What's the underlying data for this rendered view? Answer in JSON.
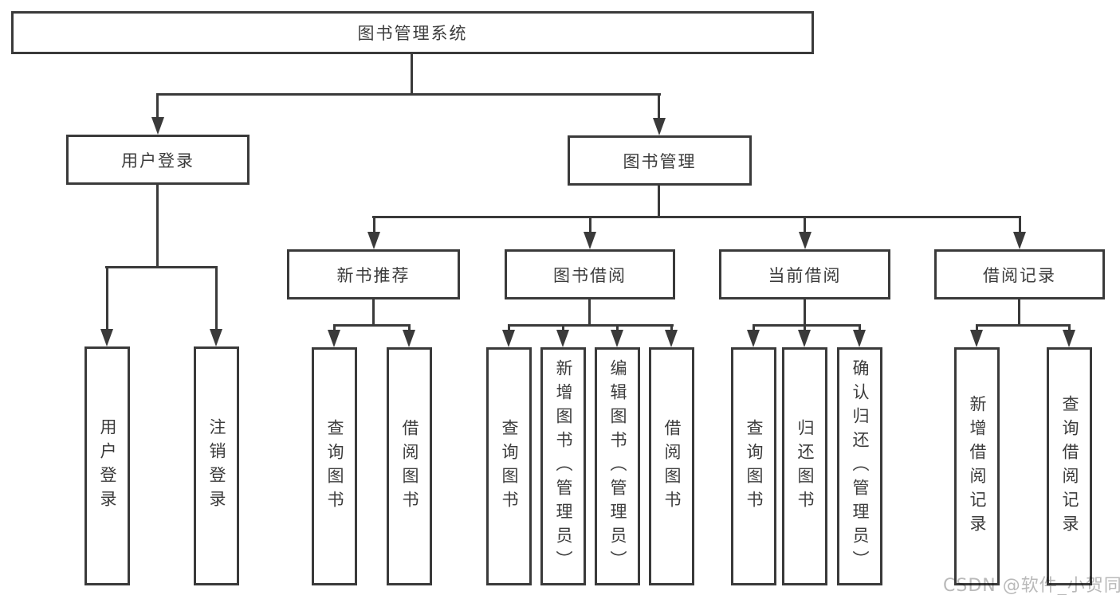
{
  "diagram": {
    "title": "图书管理系统",
    "colors": {
      "line": "#3a3a3a",
      "text": "#3c3c3c",
      "background": "#ffffff",
      "watermark": "#b9b9b9"
    },
    "nodes": {
      "root": "图书管理系统",
      "login": "用户登录",
      "manage": "图书管理",
      "l3": [
        "新书推荐",
        "图书借阅",
        "当前借阅",
        "借阅记录"
      ],
      "login_children": [
        "用户登录",
        "注销登录"
      ],
      "recommend_children": [
        "查询图书",
        "借阅图书"
      ],
      "borrow_children": [
        "查询图书",
        "新增图书（管理员）",
        "编辑图书（管理员）",
        "借阅图书"
      ],
      "current_children": [
        "查询图书",
        "归还图书",
        "确认归还（管理员）"
      ],
      "record_children": [
        "新增借阅记录",
        "查询借阅记录"
      ]
    },
    "watermark": "CSDN @软件_小贺同学"
  }
}
